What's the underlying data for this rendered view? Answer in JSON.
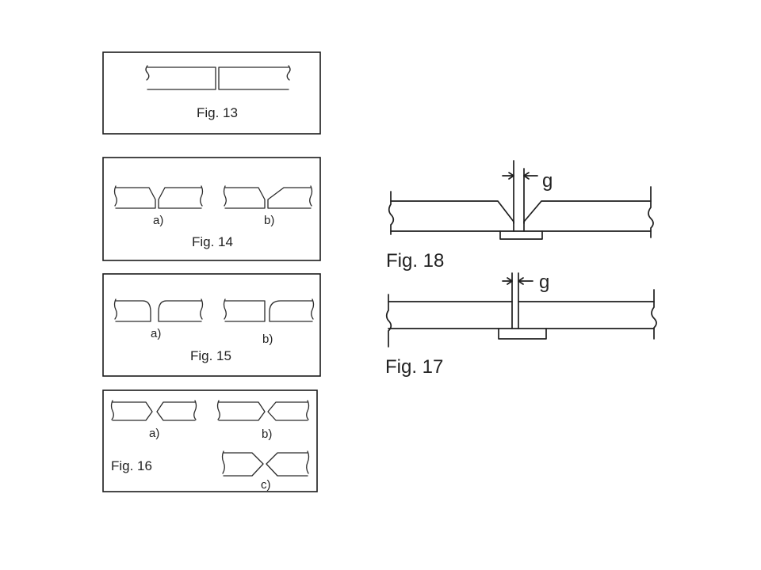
{
  "figures": {
    "fig13": {
      "caption": "Fig. 13"
    },
    "fig14": {
      "caption": "Fig. 14",
      "sub_a": "a)",
      "sub_b": "b)"
    },
    "fig15": {
      "caption": "Fig. 15",
      "sub_a": "a)",
      "sub_b": "b)"
    },
    "fig16": {
      "caption": "Fig. 16",
      "sub_a": "a)",
      "sub_b": "b)",
      "sub_c": "c)"
    },
    "fig18": {
      "caption": "Fig. 18",
      "gap_label": "g"
    },
    "fig17": {
      "caption": "Fig. 17",
      "gap_label": "g"
    }
  },
  "colors": {
    "ink": "#1a1a1a",
    "background": "#ffffff"
  }
}
